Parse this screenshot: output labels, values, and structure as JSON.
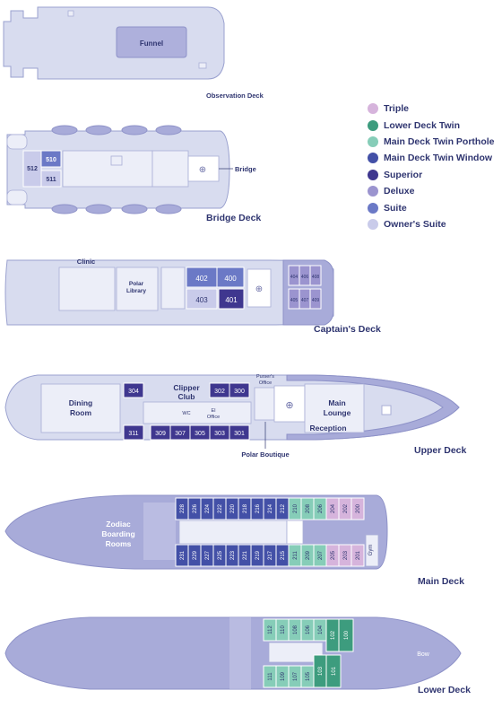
{
  "legend": {
    "items": [
      {
        "label": "Triple",
        "color": "#d6b4dc"
      },
      {
        "label": "Lower Deck Twin",
        "color": "#3d9c7e"
      },
      {
        "label": "Main Deck Twin Porthole",
        "color": "#86cdb8"
      },
      {
        "label": "Main Deck Twin Window",
        "color": "#4350a7"
      },
      {
        "label": "Superior",
        "color": "#3f378f"
      },
      {
        "label": "Deluxe",
        "color": "#9b94cf"
      },
      {
        "label": "Suite",
        "color": "#6b79c6"
      },
      {
        "label": "Owner's Suite",
        "color": "#c9cbea"
      }
    ]
  },
  "decks": {
    "observation": {
      "name": "Observation Deck",
      "funnel": "Funnel"
    },
    "bridge": {
      "name": "Bridge Deck",
      "bridge_label": "Bridge",
      "cabins": [
        "512",
        "510",
        "511"
      ]
    },
    "captains": {
      "name": "Captain's Deck",
      "clinic": "Clinic",
      "library_1": "Polar",
      "library_2": "Library",
      "cabins_main": [
        "402",
        "400",
        "403",
        "401"
      ],
      "cabins_fwd": [
        "404",
        "406",
        "408",
        "405",
        "407",
        "409"
      ]
    },
    "upper": {
      "name": "Upper Deck",
      "dining_1": "Dining",
      "dining_2": "Room",
      "clipper_1": "Clipper",
      "clipper_2": "Club",
      "pursers_1": "Purser's",
      "pursers_2": "Office",
      "lounge_1": "Main",
      "lounge_2": "Lounge",
      "reception": "Reception",
      "boutique": "Polar Boutique",
      "wc": "WC",
      "el_1": "El",
      "el_2": "Office",
      "cabins_top": [
        "304",
        "302",
        "300"
      ],
      "cabins_bottom": [
        "311",
        "309",
        "307",
        "305",
        "303",
        "301"
      ]
    },
    "main": {
      "name": "Main Deck",
      "zodiac_1": "Zodiac",
      "zodiac_2": "Boarding",
      "zodiac_3": "Rooms",
      "gym": "Gym",
      "cabins_top": [
        "228",
        "226",
        "224",
        "222",
        "220",
        "218",
        "216",
        "214",
        "212",
        "210",
        "208",
        "206",
        "204",
        "202",
        "200"
      ],
      "cabins_bottom": [
        "231",
        "229",
        "227",
        "225",
        "223",
        "221",
        "219",
        "217",
        "215",
        "211",
        "209",
        "207",
        "205",
        "203",
        "201"
      ]
    },
    "lower": {
      "name": "Lower Deck",
      "bow": "Bow",
      "cabins_top": [
        "112",
        "110",
        "108",
        "106",
        "104",
        "102",
        "100"
      ],
      "cabins_bottom": [
        "111",
        "109",
        "107",
        "105",
        "103",
        "101"
      ]
    }
  }
}
